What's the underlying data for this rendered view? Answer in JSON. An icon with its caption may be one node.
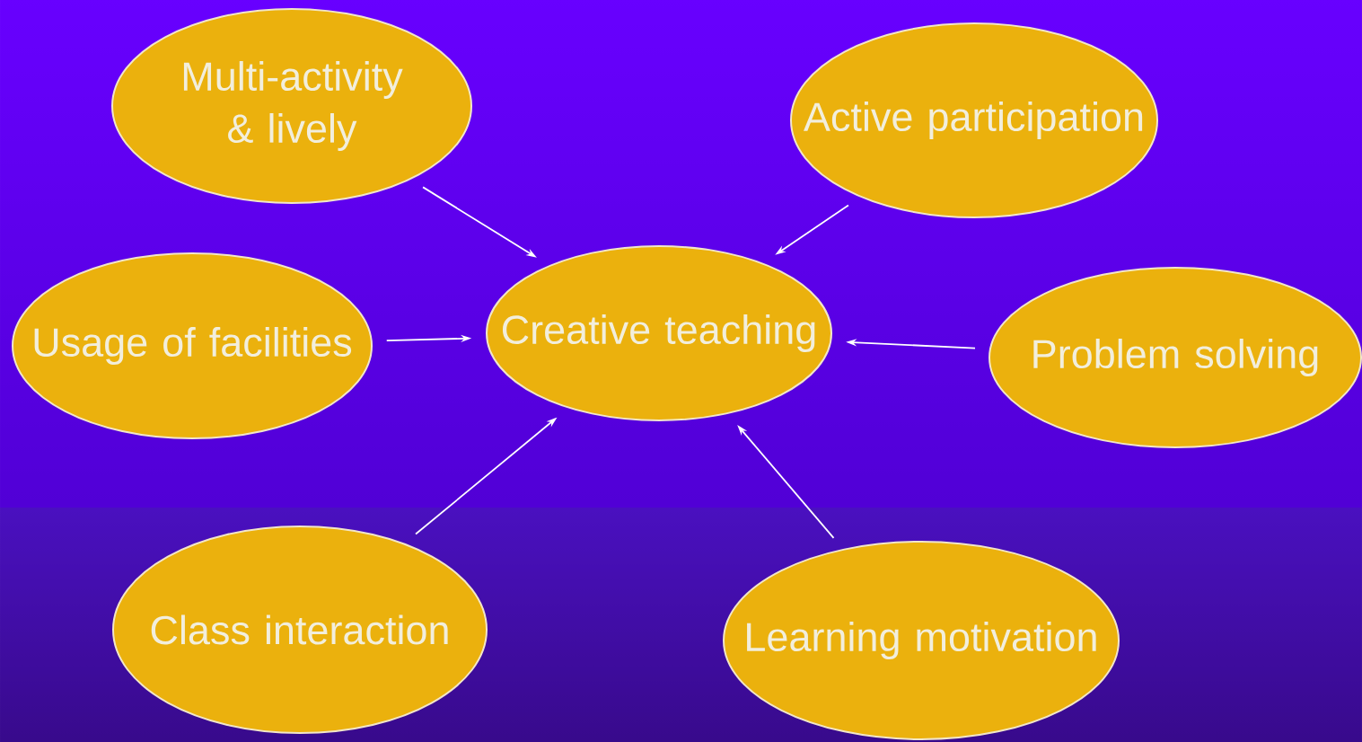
{
  "diagram": {
    "nodes": [
      {
        "text": [
          "Multi-activity & lively"
        ]
      },
      {
        "text": [
          "Active participation"
        ]
      },
      {
        "text": [
          "Usage of facilities"
        ]
      },
      {
        "text": [
          "Creative teaching"
        ]
      },
      {
        "text": [
          "Problem solving"
        ]
      },
      {
        "text": [
          "Class interaction"
        ]
      },
      {
        "text": [
          "Learning motivation"
        ]
      }
    ],
    "edges": [
      {
        "from": 0,
        "to": 3,
        "arrow": "to"
      },
      {
        "from": 1,
        "to": 3,
        "arrow": "to"
      },
      {
        "from": 2,
        "to": 3,
        "arrow": "to"
      },
      {
        "from": 4,
        "to": 3,
        "arrow": "to"
      },
      {
        "from": 5,
        "to": 3,
        "arrow": "to"
      },
      {
        "from": 6,
        "to": 3,
        "arrow": "to"
      }
    ]
  }
}
